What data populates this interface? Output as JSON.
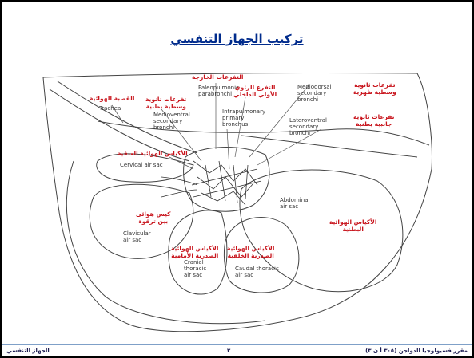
{
  "slide": {
    "title": "تركيب الجهاز التنفسي"
  },
  "labels_ar": {
    "trachea": "القصبة الهوائية",
    "external_branches": "التفرعات الخارجة",
    "primary_internal_branch": "التفرع الرئوي\nالأولي الداخلي",
    "ventral_secondary": "تفرعات ثانوية\nوسطية بطنية",
    "dorsal_secondary": "تفرعات ثانوية\nوسطية ظهرية",
    "lateral_ventral_secondary": "تفرعات ثانوية\nجانبية بطنية",
    "cervical_sacs": "الأكياس الهوائية العنقية",
    "clavicular_sac": "كيس هوائى\nبين ترقوة",
    "cranial_thoracic": "الأكياس الهوائية\nالصدرية الأمامية",
    "caudal_thoracic": "الأكياس الهوائية\nالصدرية الخلفية",
    "abdominal_sacs": "الأكياس الهوائية\nالبطنية"
  },
  "labels_en": {
    "trachea": "Trachea",
    "parabronchi": "Paleopulmonic\nparabronchi",
    "mediodorsal": "Mediodorsal\nsecondary\nbronchi",
    "medioventral": "Medioventral\nsecondary\nbronchi",
    "intrapulmonary": "Intrapulmonary\nprimary\nbronchus",
    "lateroventral": "Lateroventral\nsecondary\nbronchi",
    "cervical": "Cervical air sac",
    "abdominal": "Abdominal\nair sac",
    "clavicular": "Clavicular\nair sac",
    "cranial_thoracic": "Cranial\nthoracic\nair sac",
    "caudal_thoracic": "Caudal thoracic\nair sac"
  },
  "footer": {
    "left": "الجهاز التنفسي",
    "page": "٣",
    "course": "مقرر فسيولوجيا الدواجن (٣٠٥ أ ن ٣)"
  }
}
